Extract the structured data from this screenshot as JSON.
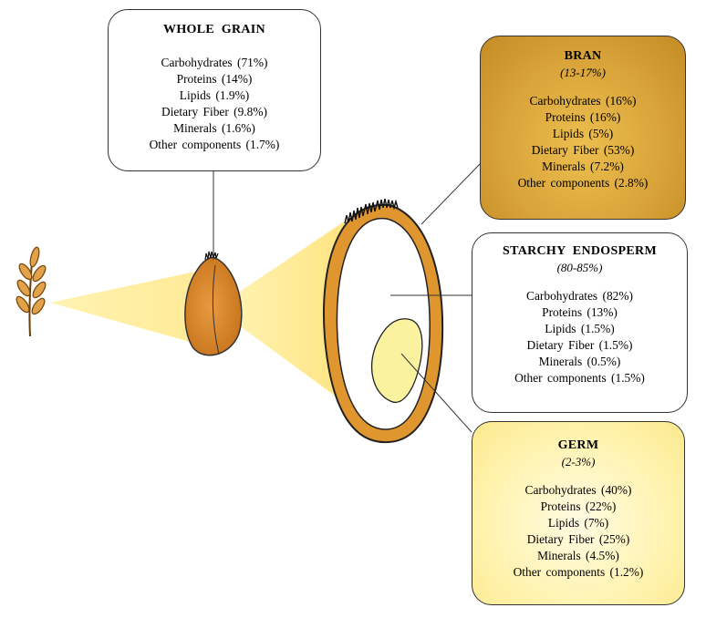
{
  "whole_grain": {
    "title": "WHOLE GRAIN",
    "items": [
      "Carbohydrates (71%)",
      "Proteins (14%)",
      "Lipids (1.9%)",
      "Dietary Fiber (9.8%)",
      "Minerals (1.6%)",
      "Other components (1.7%)"
    ]
  },
  "bran": {
    "title": "BRAN",
    "range": "(13-17%)",
    "items": [
      "Carbohydrates (16%)",
      "Proteins (16%)",
      "Lipids (5%)",
      "Dietary Fiber (53%)",
      "Minerals (7.2%)",
      "Other components (2.8%)"
    ]
  },
  "starchy_endosperm": {
    "title": "STARCHY ENDOSPERM",
    "range": "(80-85%)",
    "items": [
      "Carbohydrates (82%)",
      "Proteins (13%)",
      "Lipids (1.5%)",
      "Dietary Fiber (1.5%)",
      "Minerals (0.5%)",
      "Other components (1.5%)"
    ]
  },
  "germ": {
    "title": "GERM",
    "range": "(2-3%)",
    "items": [
      "Carbohydrates (40%)",
      "Proteins (22%)",
      "Lipids (7%)",
      "Dietary Fiber (25%)",
      "Minerals (4.5%)",
      "Other components (1.2%)"
    ]
  },
  "colors": {
    "bran": "#d9a43a",
    "germ": "#fff3b0",
    "grain_outline": "#e0962e",
    "light_beam": "#ffe680"
  }
}
